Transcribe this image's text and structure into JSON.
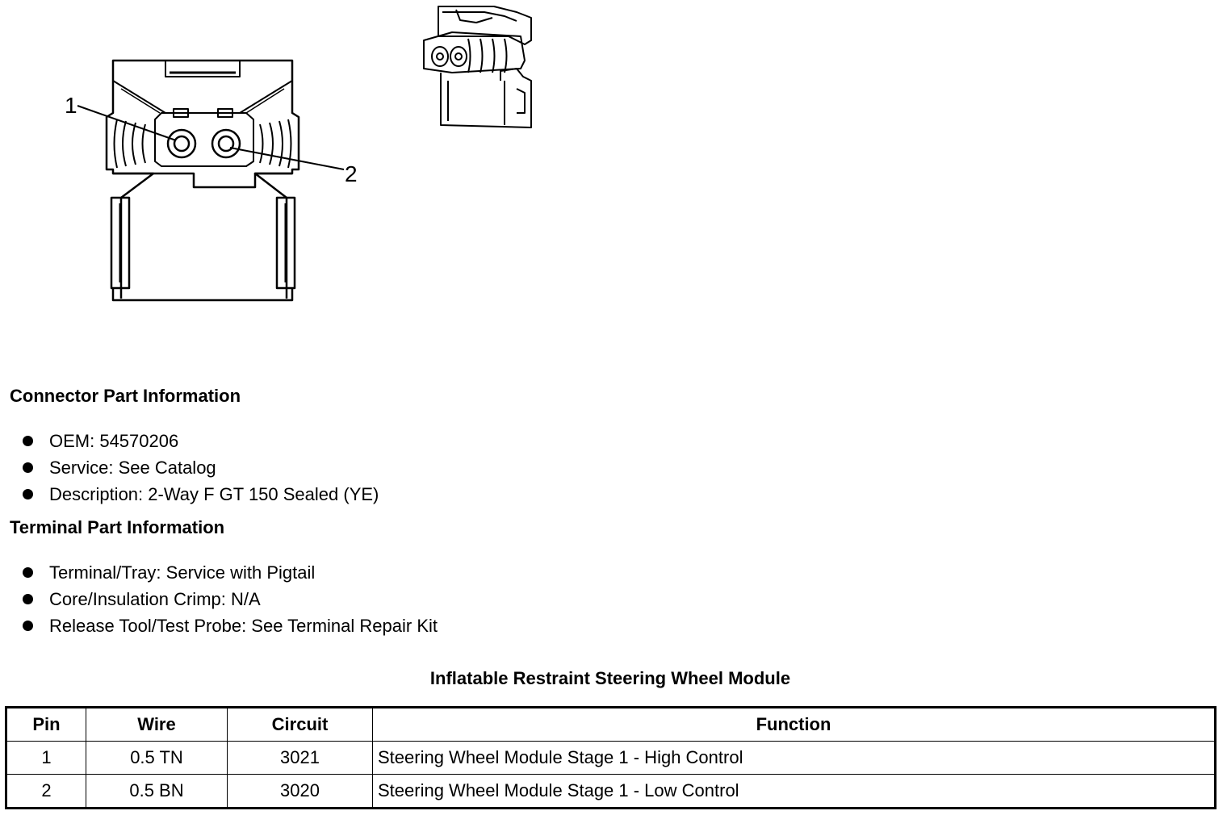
{
  "connector_view": {
    "pin_labels": [
      "1",
      "2"
    ]
  },
  "connector_part": {
    "heading": "Connector Part Information",
    "items": [
      "OEM: 54570206",
      "Service: See Catalog",
      "Description: 2-Way F GT 150 Sealed (YE)"
    ]
  },
  "terminal_part": {
    "heading": "Terminal Part Information",
    "items": [
      "Terminal/Tray: Service with Pigtail",
      "Core/Insulation Crimp: N/A",
      "Release Tool/Test Probe: See Terminal Repair Kit"
    ]
  },
  "pin_table": {
    "title": "Inflatable Restraint Steering Wheel Module",
    "headers": [
      "Pin",
      "Wire",
      "Circuit",
      "Function"
    ],
    "rows": [
      [
        "1",
        "0.5 TN",
        "3021",
        "Steering Wheel Module Stage 1 - High Control"
      ],
      [
        "2",
        "0.5 BN",
        "3020",
        "Steering Wheel Module Stage 1 - Low Control"
      ]
    ]
  }
}
